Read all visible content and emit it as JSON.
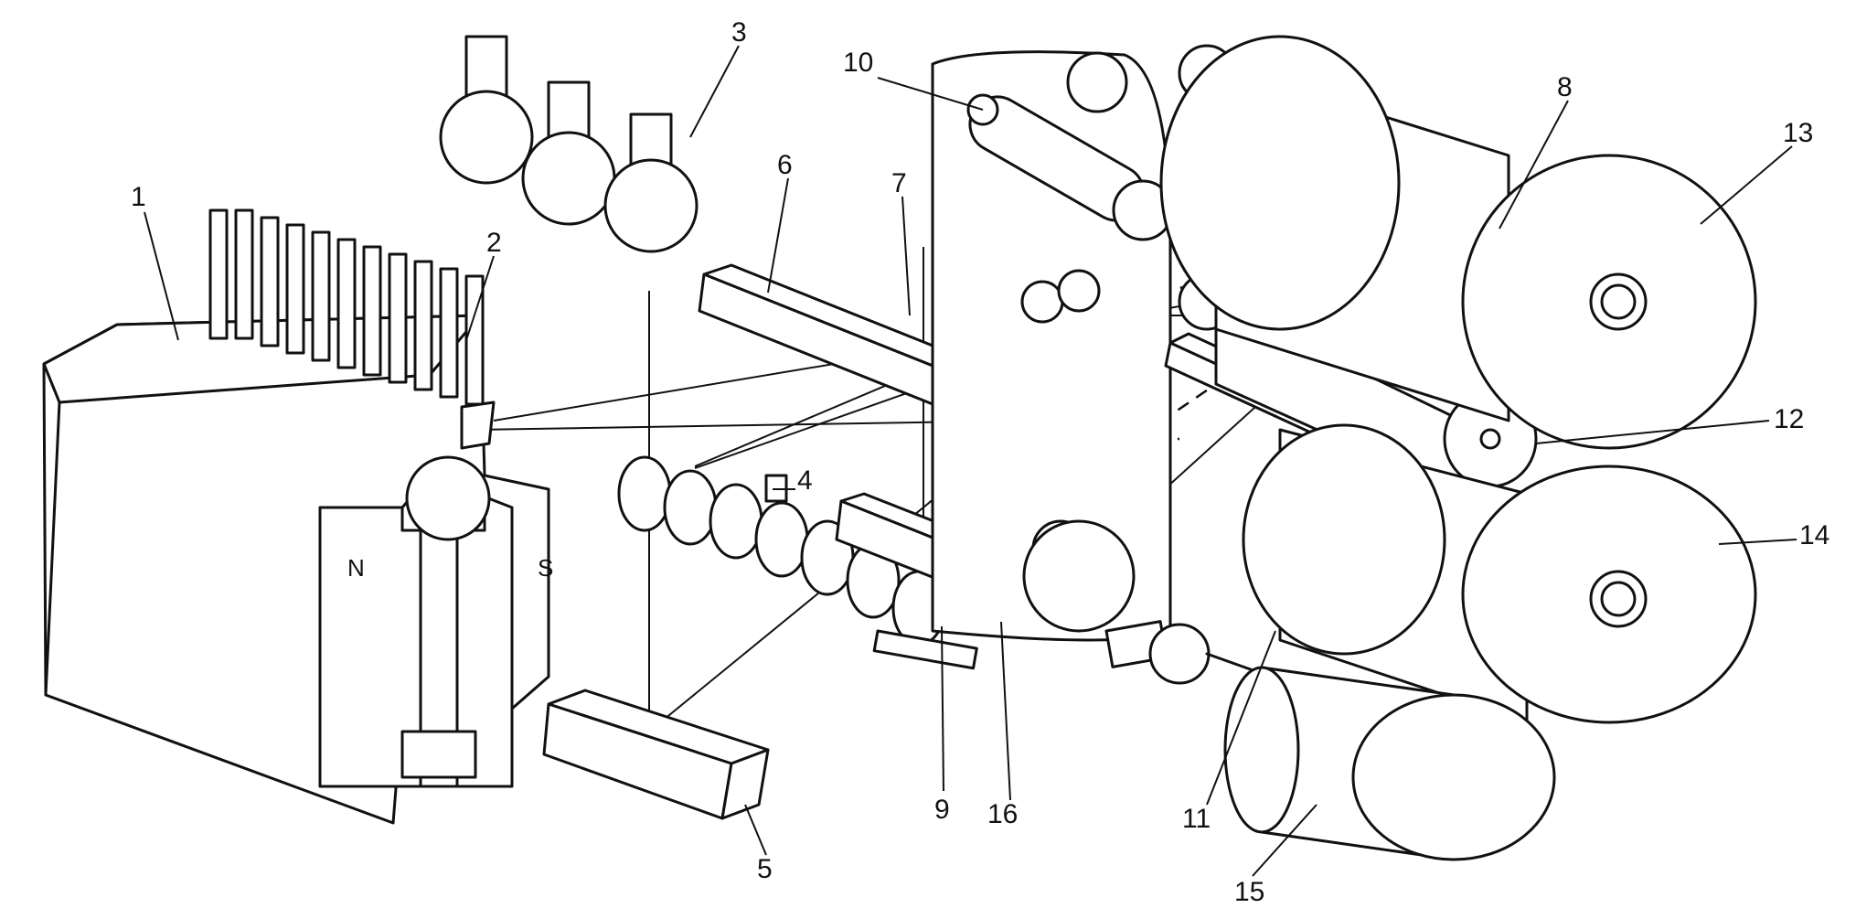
{
  "labels": {
    "l1": "1",
    "l2": "2",
    "l3": "3",
    "l4": "4",
    "l5": "5",
    "l6": "6",
    "l7": "7",
    "l8": "8",
    "l9": "9",
    "l10": "10",
    "l11": "11",
    "l12": "12",
    "l13": "13",
    "l14": "14",
    "l15": "15",
    "l16": "16"
  },
  "poles": {
    "north": "N",
    "south": "S"
  }
}
